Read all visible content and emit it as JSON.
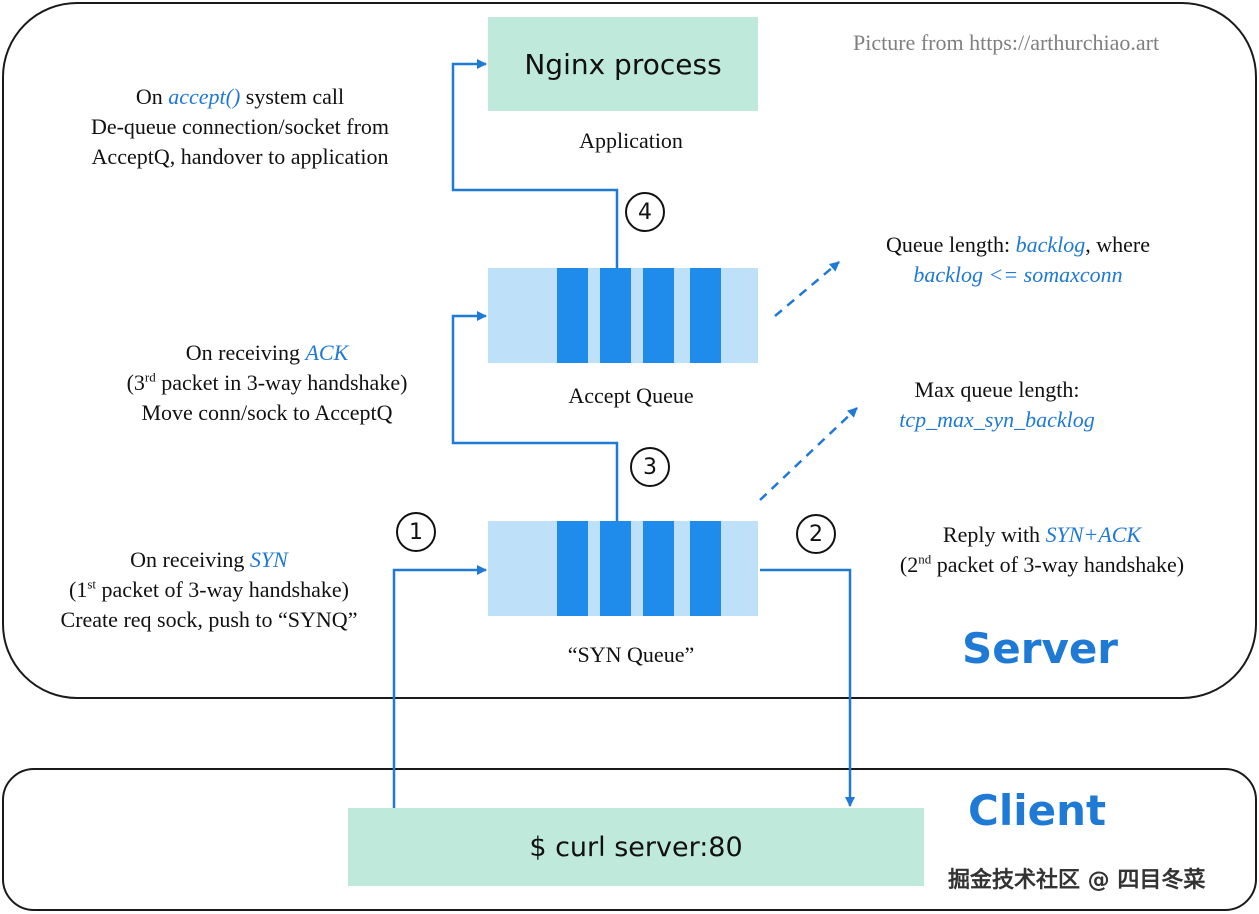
{
  "credit": "Picture from https://arthurchiao.art",
  "regions": {
    "server_label": "Server",
    "client_label": "Client"
  },
  "nginx": {
    "box_label": "Nginx process",
    "caption": "Application"
  },
  "accept_queue": {
    "caption": "Accept Queue"
  },
  "syn_queue": {
    "caption": "“SYN Queue”"
  },
  "client": {
    "command": "$ curl server:80"
  },
  "steps": [
    "1",
    "2",
    "3",
    "4"
  ],
  "notes": {
    "accept_call": {
      "line1_pre": "On ",
      "line1_hl": "accept()",
      "line1_post": " system call",
      "line2": "De-queue connection/socket from",
      "line3": "AcceptQ, handover to application"
    },
    "receive_ack": {
      "line1_pre": "On receiving ",
      "line1_hl": "ACK",
      "line2_pre": "(3",
      "line2_sup": "rd",
      "line2_post": " packet in 3-way handshake)",
      "line3": "Move conn/sock to AcceptQ"
    },
    "receive_syn": {
      "line1_pre": "On receiving ",
      "line1_hl": "SYN",
      "line2_pre": "(1",
      "line2_sup": "st",
      "line2_post": " packet of 3-way handshake)",
      "line3": "Create req sock, push to “SYNQ”"
    },
    "queue_length": {
      "line1_pre": "Queue length: ",
      "line1_hl": "backlog",
      "line1_post": ", where",
      "line2_hl": "backlog <= somaxconn"
    },
    "max_queue_length": {
      "line1": "Max queue length:",
      "line2_hl": "tcp_max_syn_backlog"
    },
    "reply_synack": {
      "line1_pre": "Reply with ",
      "line1_hl": "SYN+ACK",
      "line2_pre": "(2",
      "line2_sup": "nd",
      "line2_post": " packet of 3-way handshake)"
    }
  },
  "watermark": "掘金技术社区 @ 四目冬菜",
  "colors": {
    "accent_blue": "#1f7ad6",
    "queue_slot": "#1f8ceb",
    "queue_bg": "#bfe0f9",
    "box_green": "#bfeadb",
    "credit_gray": "#7f7f7f"
  }
}
